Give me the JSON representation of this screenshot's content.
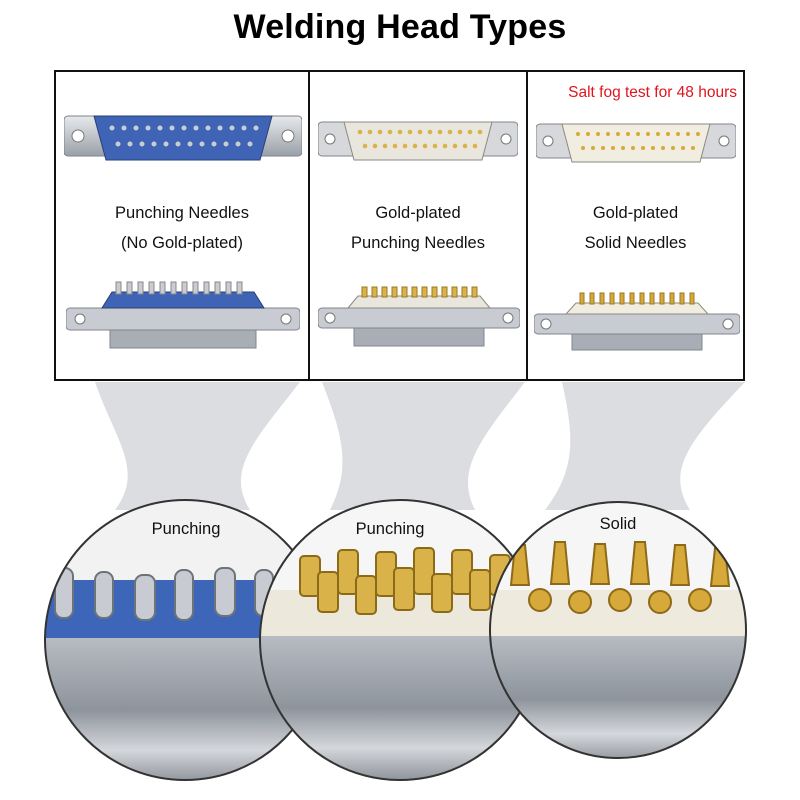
{
  "title": "Welding Head Types",
  "columns": [
    {
      "lines": [
        "Punching Needles",
        "(No Gold-plated)"
      ],
      "pin_color": "#c9ccd2",
      "insulator_color": "#3f64b6"
    },
    {
      "lines": [
        "Gold-plated",
        "Punching Needles"
      ],
      "pin_color": "#d9b24a",
      "insulator_color": "#e9e6dd"
    },
    {
      "lines": [
        "Gold-plated",
        "Solid Needles"
      ],
      "pin_color": "#d6a93a",
      "insulator_color": "#f1ede0",
      "note": "Salt fog test for 48 hours"
    }
  ],
  "closeups": [
    {
      "label": "Punching"
    },
    {
      "label": "Punching"
    },
    {
      "label": "Solid"
    }
  ],
  "colors": {
    "note": "#e0141e",
    "shell": "#b9bec6",
    "background": "#ffffff"
  }
}
